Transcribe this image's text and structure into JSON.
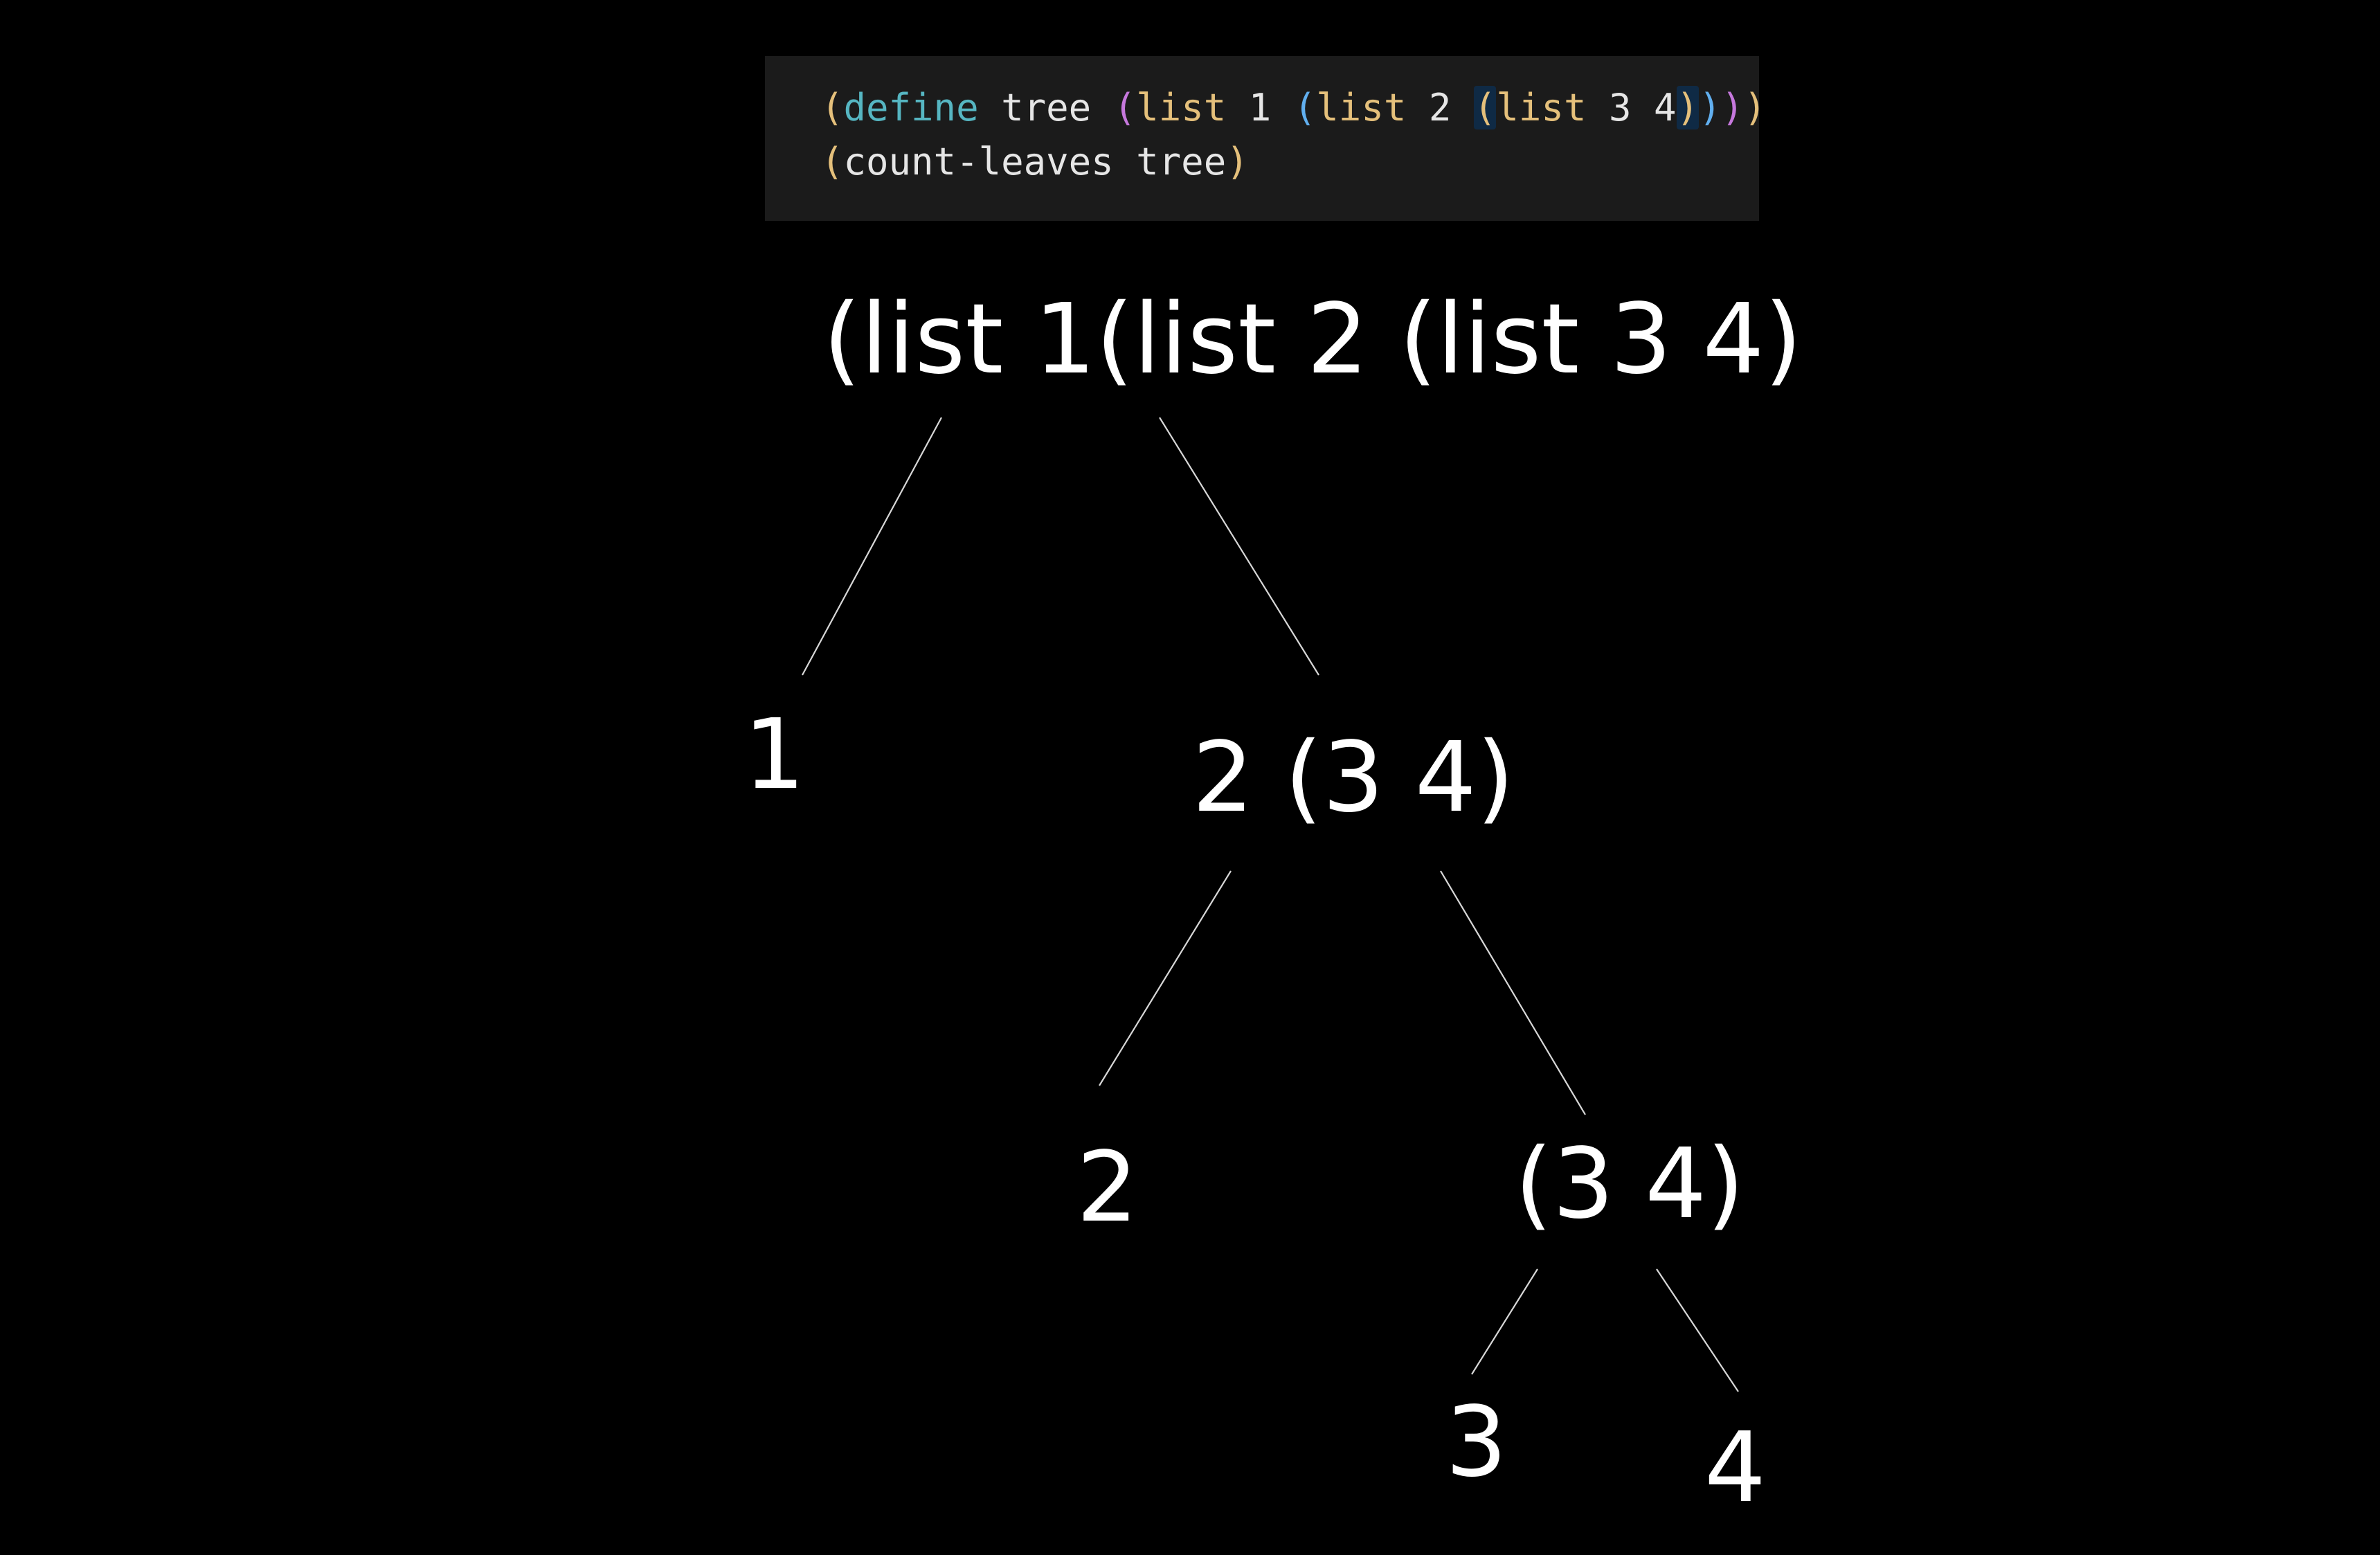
{
  "code": {
    "lines": [
      [
        {
          "t": "(",
          "c": "#e5c07b"
        },
        {
          "t": "define",
          "c": "#56b6c2"
        },
        {
          "t": " tree ",
          "c": "#e6e6e6"
        },
        {
          "t": "(",
          "c": "#c678dd"
        },
        {
          "t": "list",
          "c": "#e5c07b"
        },
        {
          "t": " 1 ",
          "c": "#e6e6e6"
        },
        {
          "t": "(",
          "c": "#61afef"
        },
        {
          "t": "list",
          "c": "#e5c07b"
        },
        {
          "t": " 2 ",
          "c": "#e6e6e6"
        },
        {
          "t": "(",
          "c": "#e5c07b",
          "hl": true
        },
        {
          "t": "list",
          "c": "#e5c07b"
        },
        {
          "t": " 3 4",
          "c": "#e6e6e6"
        },
        {
          "t": ")",
          "c": "#e5c07b",
          "hl": true
        },
        {
          "t": ")",
          "c": "#61afef"
        },
        {
          "t": ")",
          "c": "#c678dd"
        },
        {
          "t": ")",
          "c": "#e5c07b"
        }
      ],
      [
        {
          "t": "(",
          "c": "#e5c07b"
        },
        {
          "t": "count-leaves tree",
          "c": "#e6e6e6"
        },
        {
          "t": ")",
          "c": "#e5c07b"
        }
      ]
    ]
  },
  "tree": {
    "root": "(list 1(list 2 (list 3 4)",
    "leaf_1": "1",
    "sub_2": "2 (3 4)",
    "leaf_2": "2",
    "sub_34": "(3 4)",
    "leaf_3": "3",
    "leaf_4": "4"
  },
  "colors": {
    "background": "#000000",
    "code_panel": "#1b1b1b",
    "text": "#ffffff",
    "edge": "#d8d8d8"
  }
}
